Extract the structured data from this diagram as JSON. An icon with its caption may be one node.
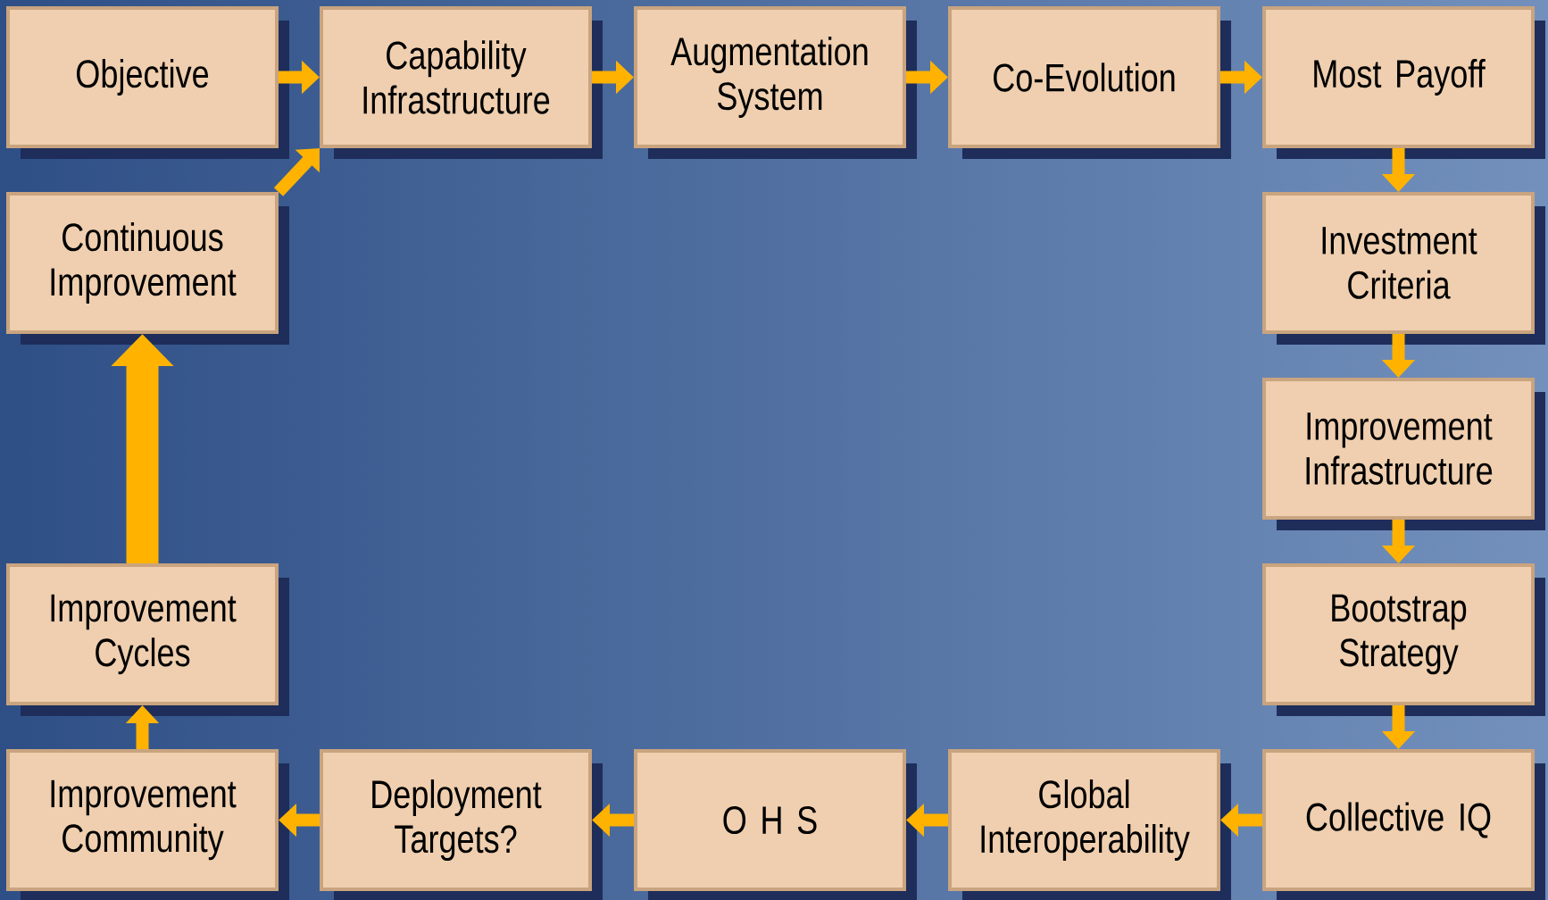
{
  "diagram": {
    "nodes": [
      {
        "text": [
          "Objective"
        ]
      },
      {
        "text": [
          "Capability Infrastructure"
        ]
      },
      {
        "text": [
          "Augmentation System"
        ]
      },
      {
        "text": [
          "Co-Evolution"
        ]
      },
      {
        "text": [
          "Most Payoff"
        ]
      },
      {
        "text": [
          "Continuous Improvement"
        ]
      },
      {
        "text": [
          "Investment Criteria"
        ]
      },
      {
        "text": [
          "Improvement Infrastructure"
        ]
      },
      {
        "text": [
          "Improvement Cycles"
        ]
      },
      {
        "text": [
          "Bootstrap Strategy"
        ]
      },
      {
        "text": [
          "Improvement Community"
        ]
      },
      {
        "text": [
          "Deployment Targets?"
        ]
      },
      {
        "text": [
          "O H S"
        ]
      },
      {
        "text": [
          "Global Interoperability"
        ]
      },
      {
        "text": [
          "Collective IQ"
        ]
      }
    ],
    "edges": [
      {
        "from": 0,
        "to": 1,
        "arrow": "to"
      },
      {
        "from": 1,
        "to": 2,
        "arrow": "to"
      },
      {
        "from": 2,
        "to": 3,
        "arrow": "to"
      },
      {
        "from": 3,
        "to": 4,
        "arrow": "to"
      },
      {
        "from": 4,
        "to": 6,
        "arrow": "to"
      },
      {
        "from": 6,
        "to": 7,
        "arrow": "to"
      },
      {
        "from": 7,
        "to": 9,
        "arrow": "to"
      },
      {
        "from": 9,
        "to": 14,
        "arrow": "to"
      },
      {
        "from": 14,
        "to": 13,
        "arrow": "to"
      },
      {
        "from": 13,
        "to": 12,
        "arrow": "to"
      },
      {
        "from": 12,
        "to": 11,
        "arrow": "to"
      },
      {
        "from": 11,
        "to": 10,
        "arrow": "to"
      },
      {
        "from": 10,
        "to": 8,
        "arrow": "to"
      },
      {
        "from": 8,
        "to": 5,
        "arrow": "to",
        "style": "thick"
      },
      {
        "from": 5,
        "to": 1,
        "arrow": "to"
      }
    ]
  }
}
